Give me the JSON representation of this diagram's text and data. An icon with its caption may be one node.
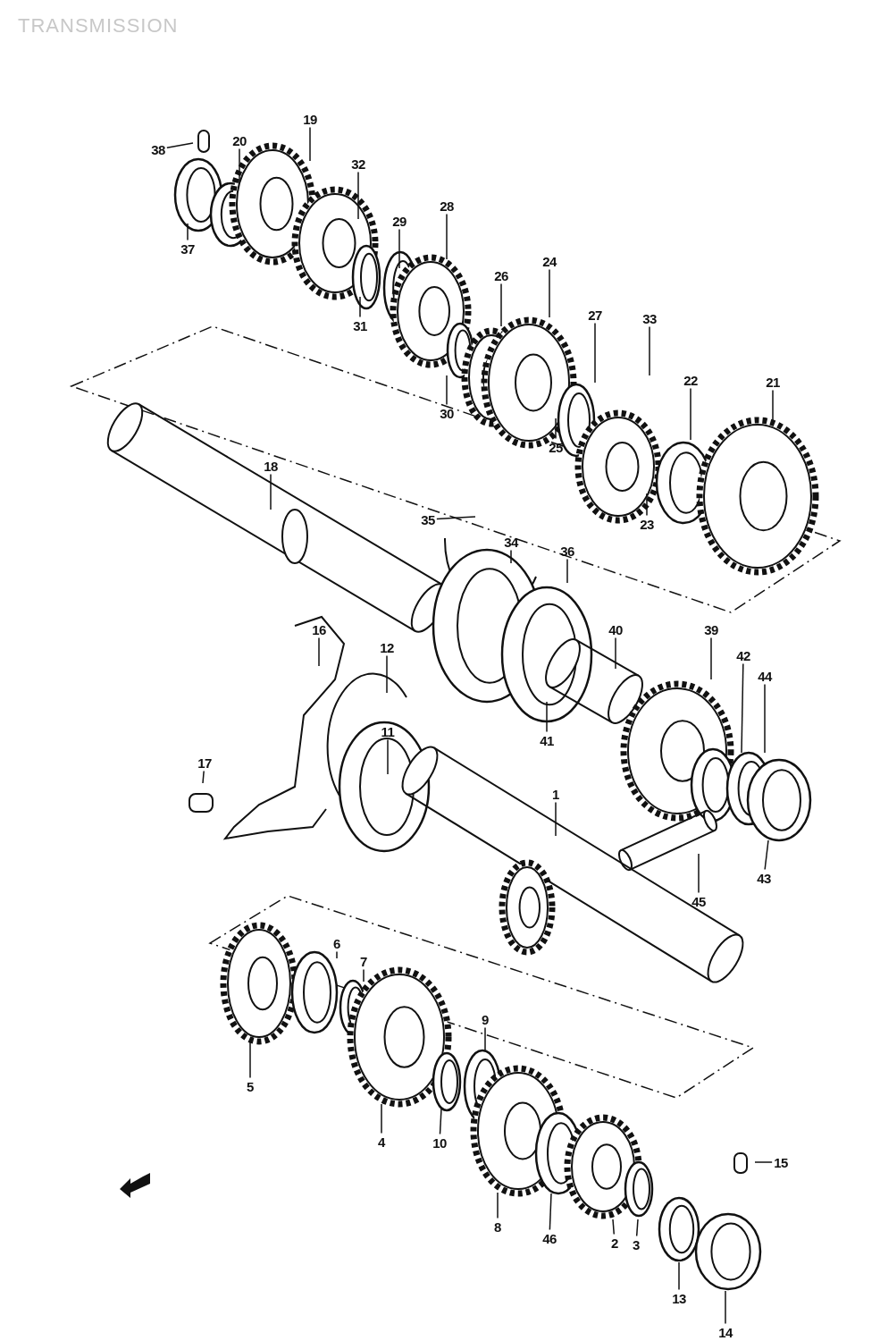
{
  "diagram": {
    "title": "TRANSMISSION",
    "nodes": [
      {
        "text": [
          "38"
        ]
      },
      {
        "text": [
          "20"
        ]
      },
      {
        "text": [
          "19"
        ]
      },
      {
        "text": [
          "32"
        ]
      },
      {
        "text": [
          "37"
        ]
      },
      {
        "text": [
          "29"
        ]
      },
      {
        "text": [
          "28"
        ]
      },
      {
        "text": [
          "26"
        ]
      },
      {
        "text": [
          "24"
        ]
      },
      {
        "text": [
          "27"
        ]
      },
      {
        "text": [
          "33"
        ]
      },
      {
        "text": [
          "31"
        ]
      },
      {
        "text": [
          "22"
        ]
      },
      {
        "text": [
          "21"
        ]
      },
      {
        "text": [
          "30"
        ]
      },
      {
        "text": [
          "25"
        ]
      },
      {
        "text": [
          "18"
        ]
      },
      {
        "text": [
          "23"
        ]
      },
      {
        "text": [
          "35"
        ]
      },
      {
        "text": [
          "34"
        ]
      },
      {
        "text": [
          "36"
        ]
      },
      {
        "text": [
          "40"
        ]
      },
      {
        "text": [
          "39"
        ]
      },
      {
        "text": [
          "16"
        ]
      },
      {
        "text": [
          "12"
        ]
      },
      {
        "text": [
          "42"
        ]
      },
      {
        "text": [
          "44"
        ]
      },
      {
        "text": [
          "11"
        ]
      },
      {
        "text": [
          "41"
        ]
      },
      {
        "text": [
          "17"
        ]
      },
      {
        "text": [
          "1"
        ]
      },
      {
        "text": [
          "43"
        ]
      },
      {
        "text": [
          "45"
        ]
      },
      {
        "text": [
          "6"
        ]
      },
      {
        "text": [
          "7"
        ]
      },
      {
        "text": [
          "9"
        ]
      },
      {
        "text": [
          "5"
        ]
      },
      {
        "text": [
          "4"
        ]
      },
      {
        "text": [
          "10"
        ]
      },
      {
        "text": [
          "15"
        ]
      },
      {
        "text": [
          "8"
        ]
      },
      {
        "text": [
          "46"
        ]
      },
      {
        "text": [
          "2"
        ]
      },
      {
        "text": [
          "3"
        ]
      },
      {
        "text": [
          "13"
        ]
      },
      {
        "text": [
          "14"
        ]
      }
    ],
    "edges": [
      {
        "from": 0,
        "to": null,
        "arrow": "none"
      },
      {
        "from": 1,
        "to": null,
        "arrow": "none"
      },
      {
        "from": 2,
        "to": null,
        "arrow": "none"
      },
      {
        "from": 3,
        "to": null,
        "arrow": "none"
      },
      {
        "from": 4,
        "to": null,
        "arrow": "none"
      },
      {
        "from": 5,
        "to": null,
        "arrow": "none"
      },
      {
        "from": 6,
        "to": null,
        "arrow": "none"
      },
      {
        "from": 7,
        "to": null,
        "arrow": "none"
      },
      {
        "from": 8,
        "to": null,
        "arrow": "none"
      },
      {
        "from": 9,
        "to": null,
        "arrow": "none"
      },
      {
        "from": 10,
        "to": null,
        "arrow": "none"
      },
      {
        "from": 11,
        "to": null,
        "arrow": "none"
      },
      {
        "from": 12,
        "to": null,
        "arrow": "none"
      },
      {
        "from": 13,
        "to": null,
        "arrow": "none"
      },
      {
        "from": 14,
        "to": null,
        "arrow": "none"
      },
      {
        "from": 15,
        "to": null,
        "arrow": "none"
      },
      {
        "from": 16,
        "to": null,
        "arrow": "none"
      },
      {
        "from": 17,
        "to": null,
        "arrow": "none"
      },
      {
        "from": 18,
        "to": null,
        "arrow": "none"
      },
      {
        "from": 19,
        "to": null,
        "arrow": "none"
      },
      {
        "from": 20,
        "to": null,
        "arrow": "none"
      },
      {
        "from": 21,
        "to": null,
        "arrow": "none"
      },
      {
        "from": 22,
        "to": null,
        "arrow": "none"
      },
      {
        "from": 23,
        "to": null,
        "arrow": "none"
      },
      {
        "from": 24,
        "to": null,
        "arrow": "none"
      },
      {
        "from": 25,
        "to": null,
        "arrow": "none"
      },
      {
        "from": 26,
        "to": null,
        "arrow": "none"
      },
      {
        "from": 27,
        "to": null,
        "arrow": "none"
      },
      {
        "from": 28,
        "to": null,
        "arrow": "none"
      },
      {
        "from": 29,
        "to": null,
        "arrow": "none"
      },
      {
        "from": 30,
        "to": null,
        "arrow": "none"
      },
      {
        "from": 31,
        "to": null,
        "arrow": "none"
      },
      {
        "from": 32,
        "to": null,
        "arrow": "none"
      },
      {
        "from": 33,
        "to": null,
        "arrow": "none"
      },
      {
        "from": 34,
        "to": null,
        "arrow": "none"
      },
      {
        "from": 35,
        "to": null,
        "arrow": "none"
      },
      {
        "from": 36,
        "to": null,
        "arrow": "none"
      },
      {
        "from": 37,
        "to": null,
        "arrow": "none"
      },
      {
        "from": 38,
        "to": null,
        "arrow": "none"
      },
      {
        "from": 39,
        "to": null,
        "arrow": "none"
      },
      {
        "from": 40,
        "to": null,
        "arrow": "none"
      },
      {
        "from": 41,
        "to": null,
        "arrow": "none"
      },
      {
        "from": 42,
        "to": null,
        "arrow": "none"
      },
      {
        "from": 43,
        "to": null,
        "arrow": "none"
      },
      {
        "from": 44,
        "to": null,
        "arrow": "none"
      },
      {
        "from": 45,
        "to": null,
        "arrow": "none"
      }
    ]
  }
}
